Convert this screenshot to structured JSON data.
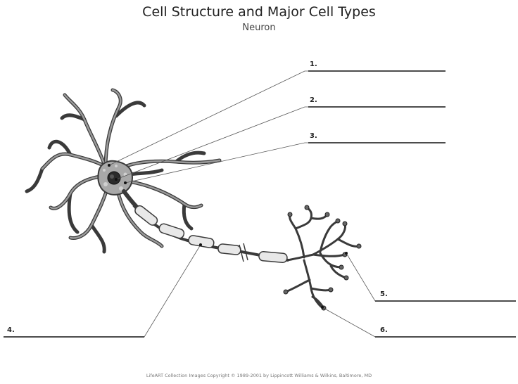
{
  "title": "Cell Structure and Major Cell Types",
  "subtitle": "Neuron",
  "copyright": "LifeART Collection Images Copyright © 1989-2001 by Lippincott Williams & Wilkins, Baltimore, MD",
  "labels": {
    "l1": "1.",
    "l2": "2.",
    "l3": "3.",
    "l4": "4.",
    "l5": "5.",
    "l6": "6."
  },
  "colors": {
    "line": "#444444",
    "dendrite_fill": "#888888",
    "soma_fill": "#a8a8a8",
    "myelin_fill": "#e8e8e8",
    "nucleus_fill": "#2a2a2a"
  }
}
